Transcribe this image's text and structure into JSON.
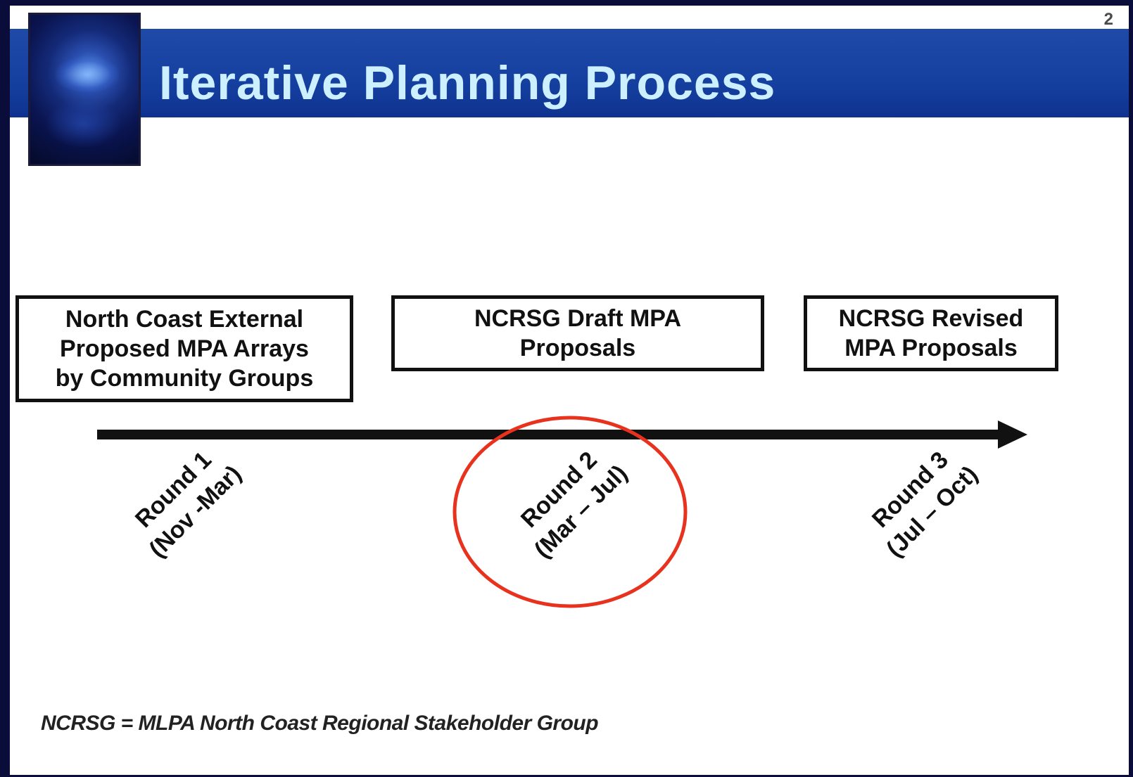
{
  "slide": {
    "page_number": "2",
    "title": "Iterative Planning Process",
    "logo_icon": "mpa-logo-icon"
  },
  "boxes": [
    {
      "lines": [
        "North Coast External",
        "Proposed MPA Arrays",
        "by Community Groups"
      ]
    },
    {
      "lines": [
        "NCRSG Draft MPA",
        "Proposals"
      ]
    },
    {
      "lines": [
        "NCRSG Revised",
        "MPA Proposals"
      ]
    }
  ],
  "rounds": [
    {
      "name": "Round 1",
      "period": "(Nov -Mar)"
    },
    {
      "name": "Round 2",
      "period": "(Mar – Jul)"
    },
    {
      "name": "Round 3",
      "period": "(Jul – Oct)"
    }
  ],
  "highlight": {
    "round": "Round 2",
    "color": "#e8321e"
  },
  "footnote": "NCRSG = MLPA North Coast Regional Stakeholder Group",
  "colors": {
    "title_band": "#1f4aa8",
    "title_text": "#ccf0ff",
    "frame": "#0a0c3a"
  }
}
